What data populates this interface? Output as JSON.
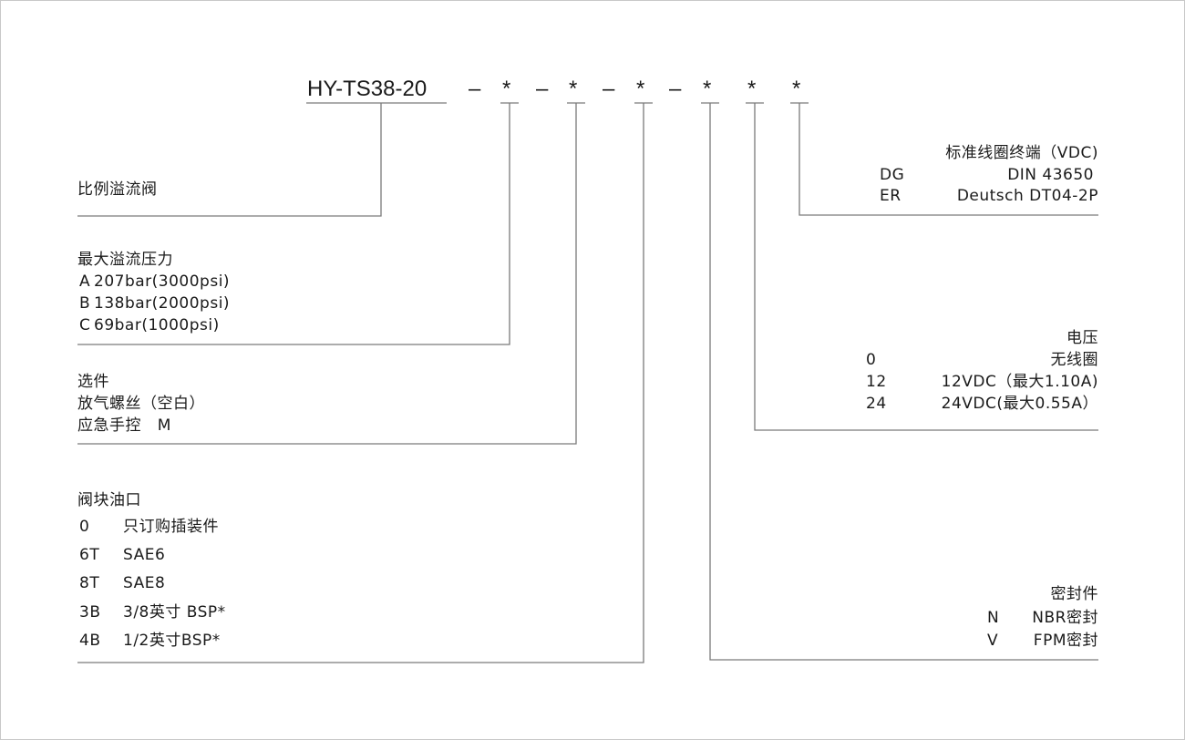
{
  "model_code": {
    "base": "HY-TS38-20",
    "separator": "–",
    "placeholder": "*"
  },
  "left_sections": [
    {
      "title": "比例溢流阀",
      "options": []
    },
    {
      "title": "最大溢流压力",
      "options": [
        {
          "code": "A",
          "value": "207bar(3000psi)"
        },
        {
          "code": "B",
          "value": "138bar(2000psi)"
        },
        {
          "code": "C",
          "value": "69bar(1000psi)"
        }
      ]
    },
    {
      "title": "选件",
      "options": [
        {
          "code": "",
          "value": "放气螺丝（空白）"
        },
        {
          "code": "",
          "value": "应急手控   M"
        }
      ]
    },
    {
      "title": "阀块油口",
      "options": [
        {
          "code": "0",
          "value": "只订购插装件"
        },
        {
          "code": "6T",
          "value": "SAE6"
        },
        {
          "code": "8T",
          "value": "SAE8"
        },
        {
          "code": "3B",
          "value": "3/8英寸 BSP*"
        },
        {
          "code": "4B",
          "value": "1/2英寸BSP*"
        }
      ]
    }
  ],
  "right_sections": [
    {
      "title": "标准线圈终端（VDC)",
      "options": [
        {
          "code": "DG",
          "value": "DIN 43650"
        },
        {
          "code": "ER",
          "value": "Deutsch DT04-2P"
        }
      ]
    },
    {
      "title": "电压",
      "options": [
        {
          "code": "0",
          "value": "无线圈"
        },
        {
          "code": "12",
          "value": "12VDC（最大1.10A)"
        },
        {
          "code": "24",
          "value": "24VDC(最大0.55A）"
        }
      ]
    },
    {
      "title": "密封件",
      "options": [
        {
          "code": "N",
          "value": "NBR密封"
        },
        {
          "code": "V",
          "value": "FPM密封"
        }
      ]
    }
  ]
}
